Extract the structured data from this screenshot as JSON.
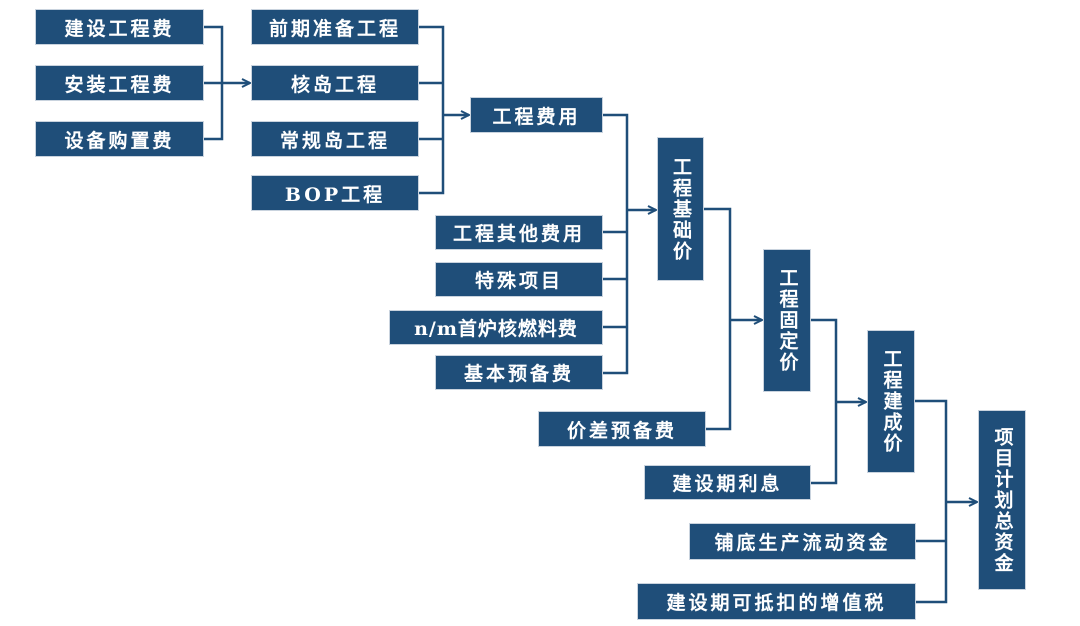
{
  "colors": {
    "box": "#1f4e79",
    "line": "#1f4e79",
    "text": "#ffffff"
  },
  "nodes": {
    "construction_fee": "建设工程费",
    "installation_fee": "安装工程费",
    "equipment_fee": "设备购置费",
    "preparation": "前期准备工程",
    "nuclear_island": "核岛工程",
    "conventional_island": "常规岛工程",
    "bop": "BOP工程",
    "engineering_cost": "工程费用",
    "other_costs": "工程其他费用",
    "special_items": "特殊项目",
    "first_fuel": "n/m首炉核燃料费",
    "basic_reserve": "基本预备费",
    "base_price": "工程基础价",
    "price_diff_reserve": "价差预备费",
    "fixed_price": "工程固定价",
    "construction_interest": "建设期利息",
    "completed_price": "工程建成价",
    "working_capital": "铺底生产流动资金",
    "deductible_vat": "建设期可抵扣的增值税",
    "total_investment": "项目计划总资金"
  }
}
